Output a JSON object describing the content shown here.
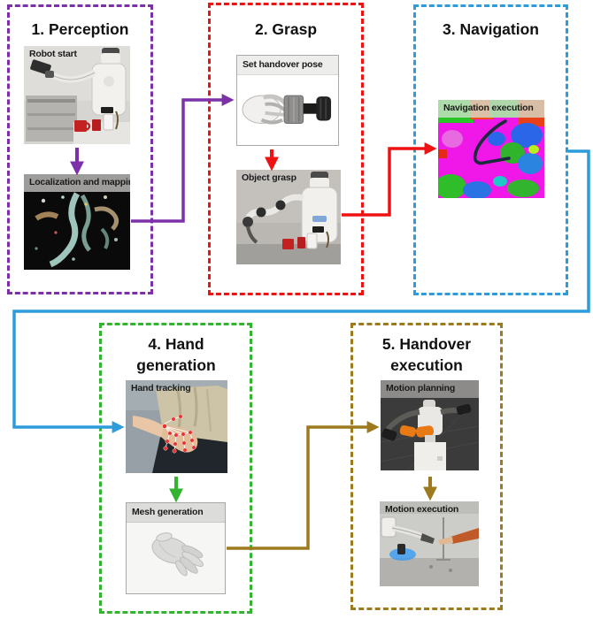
{
  "colors": {
    "perception": "#7D31A8",
    "grasp": "#EE1212",
    "navigation": "#2E9BDB",
    "hand_generation": "#33B431",
    "handover_execution": "#9C7A1D",
    "title_text": "#111111",
    "label_text": "#1B1B1B"
  },
  "diagram": {
    "stages": [
      {
        "id": "perception",
        "title": "1. Perception",
        "color": "#7D31A8",
        "images": [
          {
            "label": "Robot start"
          },
          {
            "label": "Localization and mapping"
          }
        ]
      },
      {
        "id": "grasp",
        "title": "2. Grasp",
        "color": "#EE1212",
        "images": [
          {
            "label": "Set handover pose"
          },
          {
            "label": "Object grasp"
          }
        ]
      },
      {
        "id": "navigation",
        "title": "3. Navigation",
        "color": "#2E9BDB",
        "images": [
          {
            "label": "Navigation execution"
          }
        ]
      },
      {
        "id": "hand-generation",
        "title": "4. Hand generation",
        "color": "#33B431",
        "images": [
          {
            "label": "Hand tracking"
          },
          {
            "label": "Mesh generation"
          }
        ]
      },
      {
        "id": "handover-execution",
        "title": "5. Handover execution",
        "color": "#9C7A1D",
        "images": [
          {
            "label": "Motion planning"
          },
          {
            "label": "Motion execution"
          }
        ]
      }
    ],
    "connections": [
      {
        "from": "robot-start",
        "to": "localization-and-mapping",
        "color": "#7D31A8"
      },
      {
        "from": "localization-and-mapping",
        "to": "set-handover-pose",
        "color": "#7D31A8"
      },
      {
        "from": "set-handover-pose",
        "to": "object-grasp",
        "color": "#EE1212"
      },
      {
        "from": "object-grasp",
        "to": "navigation-execution",
        "color": "#EE1212"
      },
      {
        "from": "navigation-execution",
        "to": "hand-tracking",
        "color": "#2E9BDB"
      },
      {
        "from": "hand-tracking",
        "to": "mesh-generation",
        "color": "#33B431"
      },
      {
        "from": "mesh-generation",
        "to": "motion-planning",
        "color": "#9C7A1D"
      },
      {
        "from": "motion-planning",
        "to": "motion-execution",
        "color": "#9C7A1D"
      }
    ]
  }
}
